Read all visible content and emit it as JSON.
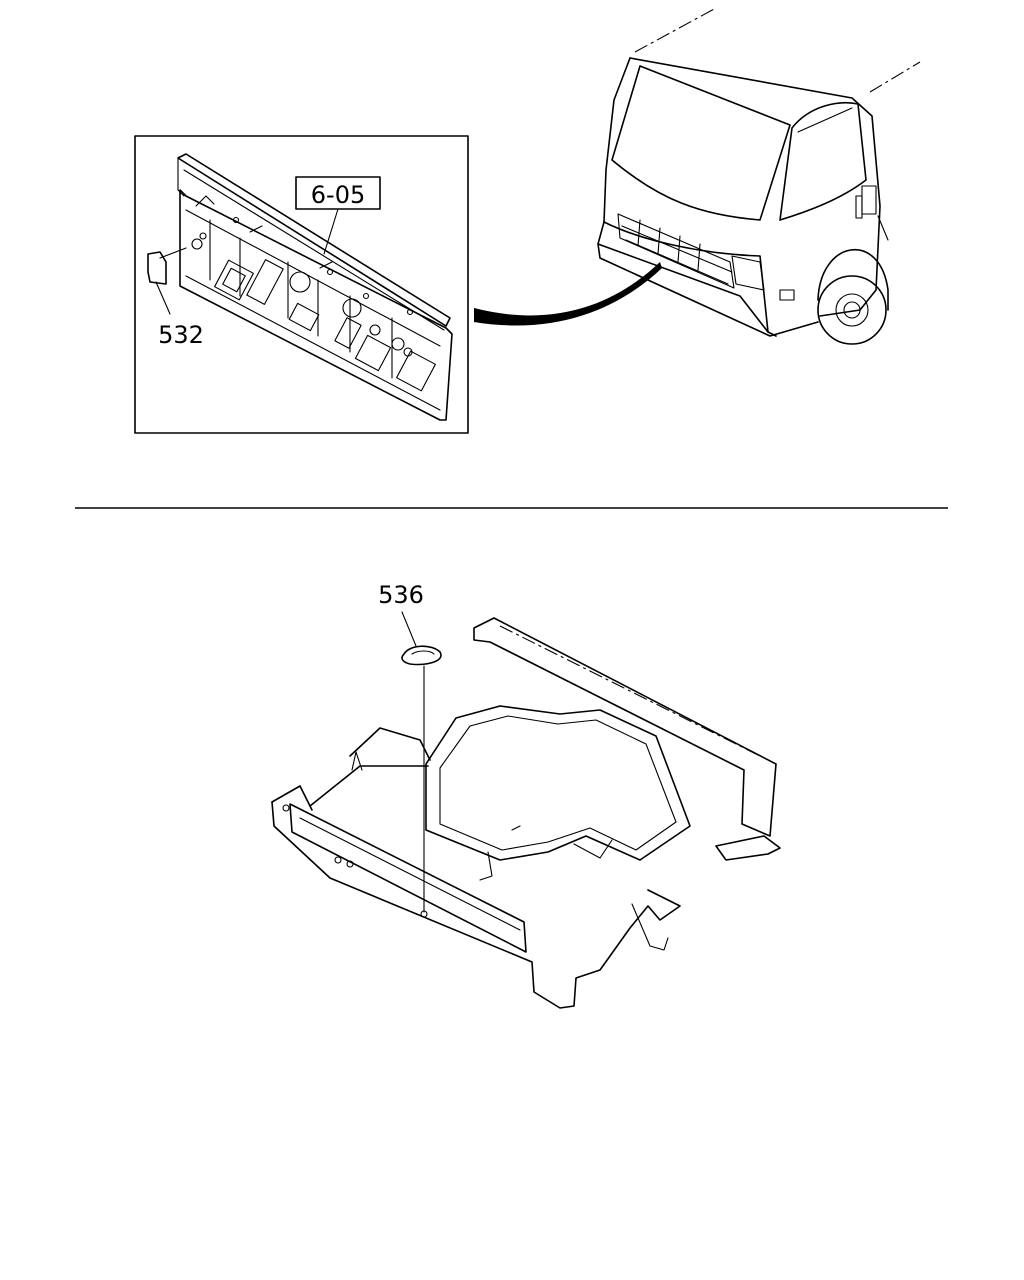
{
  "callouts": {
    "ref_box_label": "6-05",
    "part_upper": "532",
    "part_lower": "536"
  }
}
